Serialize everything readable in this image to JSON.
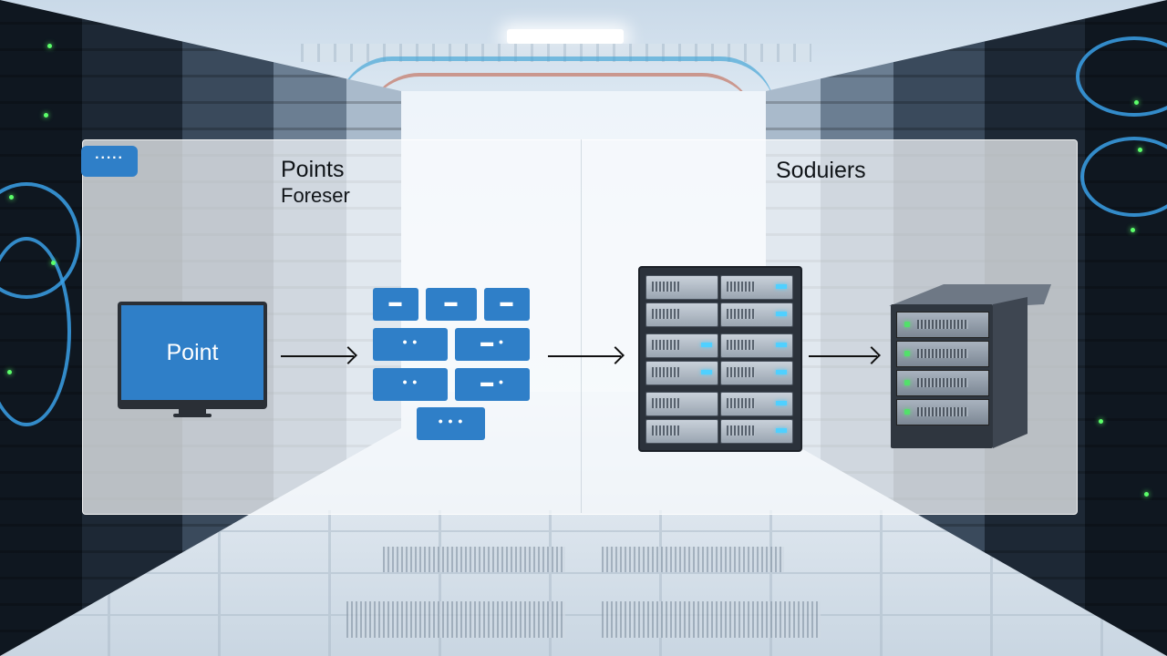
{
  "panel": {
    "tag_label": "·····",
    "left_title": "Points",
    "left_subtitle": "Foreser",
    "right_title": "Soduiers"
  },
  "diagram": {
    "source": {
      "label": "Point",
      "icon": "monitor-icon"
    },
    "points_grid": {
      "icon": "blocks-icon",
      "blocks": [
        "▬",
        "▬",
        "▬",
        "• •",
        "▬ •",
        "• •",
        "▬ •",
        "• • •"
      ]
    },
    "rack": {
      "icon": "server-rack-icon"
    },
    "server": {
      "icon": "server-icon"
    }
  },
  "colors": {
    "accent": "#2f7fc8",
    "led_green": "#5cff6a",
    "cable_blue": "#3aa0e8"
  }
}
